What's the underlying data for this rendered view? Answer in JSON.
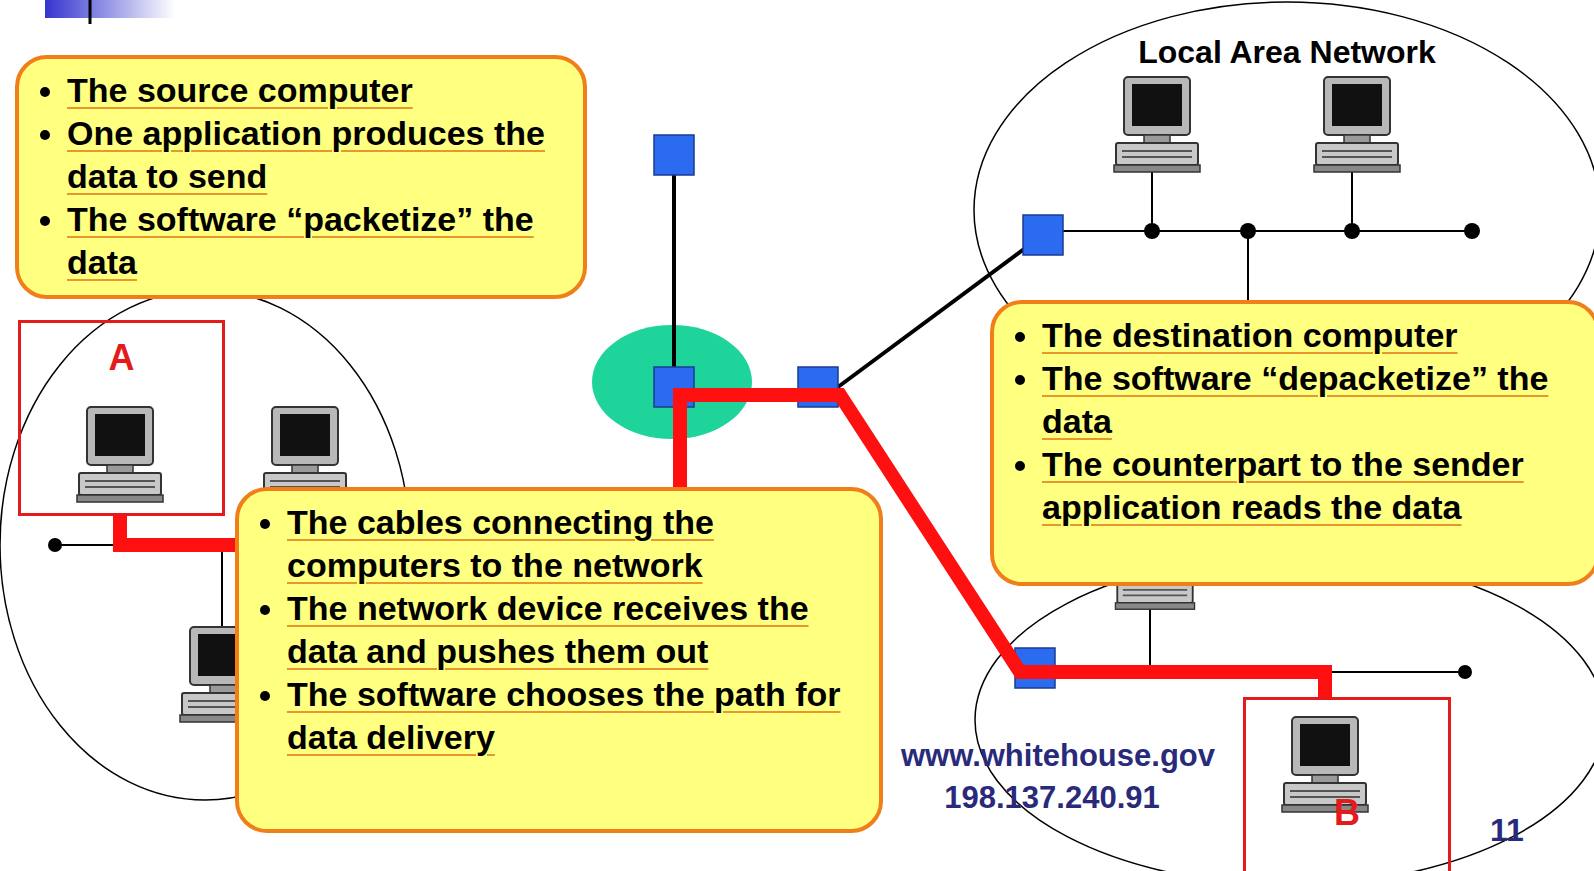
{
  "diagram": {
    "nodes": [
      {
        "text": [
          "Local Area Network"
        ]
      },
      {
        "text": [
          "The source computer",
          "One application produces the data to send",
          "The software “packetize” the data"
        ]
      },
      {
        "text": [
          "A"
        ]
      },
      {
        "text": [
          "The cables connecting the computers to the network",
          "The network device receives the data and pushes them out",
          "The software chooses the path for data delivery"
        ]
      },
      {
        "text": [
          "The destination computer",
          "The software “depacketize” the data",
          "The counterpart to the sender application reads the data"
        ]
      },
      {
        "text": [
          "B"
        ]
      }
    ],
    "edges": [
      {
        "from": 2,
        "to": 5,
        "arrow": "none"
      }
    ],
    "labels": [
      "www.whitehouse.gov",
      "198.137.240.91",
      "11"
    ]
  }
}
